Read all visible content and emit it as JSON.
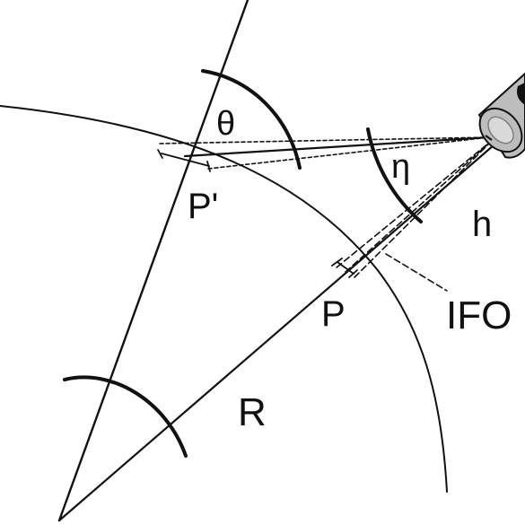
{
  "labels": {
    "theta": "θ",
    "eta": "η",
    "p_prime": "P'",
    "p": "P",
    "h": "h",
    "ifo": "IFO",
    "r": "R"
  },
  "colors": {
    "ink": "#111111",
    "lens_fill": "#bdbdbd",
    "lens_dark": "#7a7a7a",
    "background": "#ffffff"
  },
  "icons": {
    "instrument": "camera-lens-icon"
  }
}
